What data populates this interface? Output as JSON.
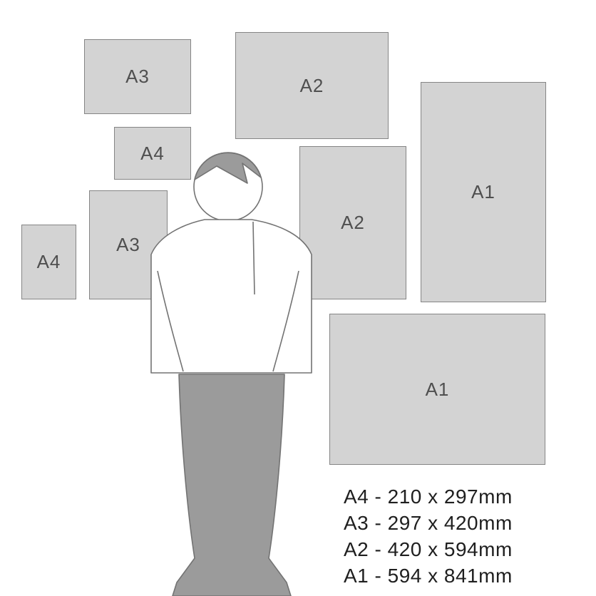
{
  "diagram": {
    "description": "Comparison of A-series paper sizes next to a person for scale"
  },
  "colors": {
    "background": "#ffffff",
    "paper_fill": "#d3d3d3",
    "paper_border": "#858585",
    "paper_label": "#4f4f4f",
    "figure_outline": "#737373",
    "shirt_fill": "#ffffff",
    "skirt_fill": "#9b9b9b",
    "hair_fill": "#9b9b9b",
    "legend_text": "#1f1f1f"
  },
  "papers": [
    {
      "label": "A3",
      "orientation": "landscape"
    },
    {
      "label": "A2",
      "orientation": "landscape"
    },
    {
      "label": "A4",
      "orientation": "landscape"
    },
    {
      "label": "A1",
      "orientation": "portrait"
    },
    {
      "label": "A2",
      "orientation": "portrait"
    },
    {
      "label": "A3",
      "orientation": "portrait"
    },
    {
      "label": "A4",
      "orientation": "portrait"
    },
    {
      "label": "A1",
      "orientation": "landscape"
    }
  ],
  "legend": [
    "A4 - 210 x 297mm",
    "A3 - 297 x 420mm",
    "A2 - 420 x 594mm",
    "A1 - 594 x 841mm"
  ],
  "figure": {
    "name": "person-silhouette"
  }
}
